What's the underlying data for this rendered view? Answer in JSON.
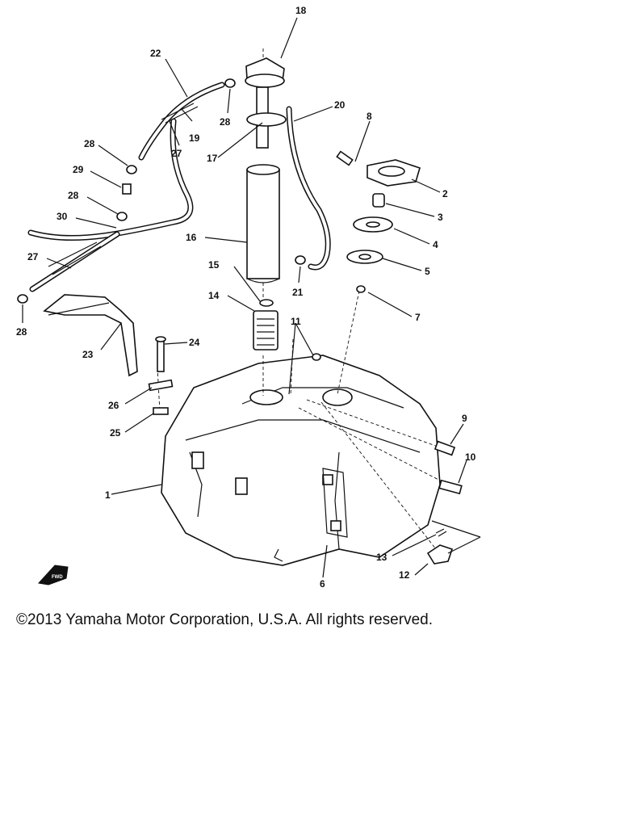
{
  "callouts": {
    "p1": "1",
    "p2": "2",
    "p3": "3",
    "p4": "4",
    "p5": "5",
    "p6": "6",
    "p7": "7",
    "p8": "8",
    "p9": "9",
    "p10": "10",
    "p11": "11",
    "p12": "12",
    "p13": "13",
    "p14": "14",
    "p15": "15",
    "p16": "16",
    "p17": "17",
    "p18": "18",
    "p19": "19",
    "p20": "20",
    "p21": "21",
    "p22": "22",
    "p23": "23",
    "p24": "24",
    "p25": "25",
    "p26": "26",
    "p27a": "27",
    "p27b": "27",
    "p28a": "28",
    "p28b": "28",
    "p28c": "28",
    "p28d": "28",
    "p29": "29",
    "p30": "30"
  },
  "fwd_badge": "FWD",
  "copyright": "©2013 Yamaha Motor Corporation, U.S.A. All rights reserved."
}
